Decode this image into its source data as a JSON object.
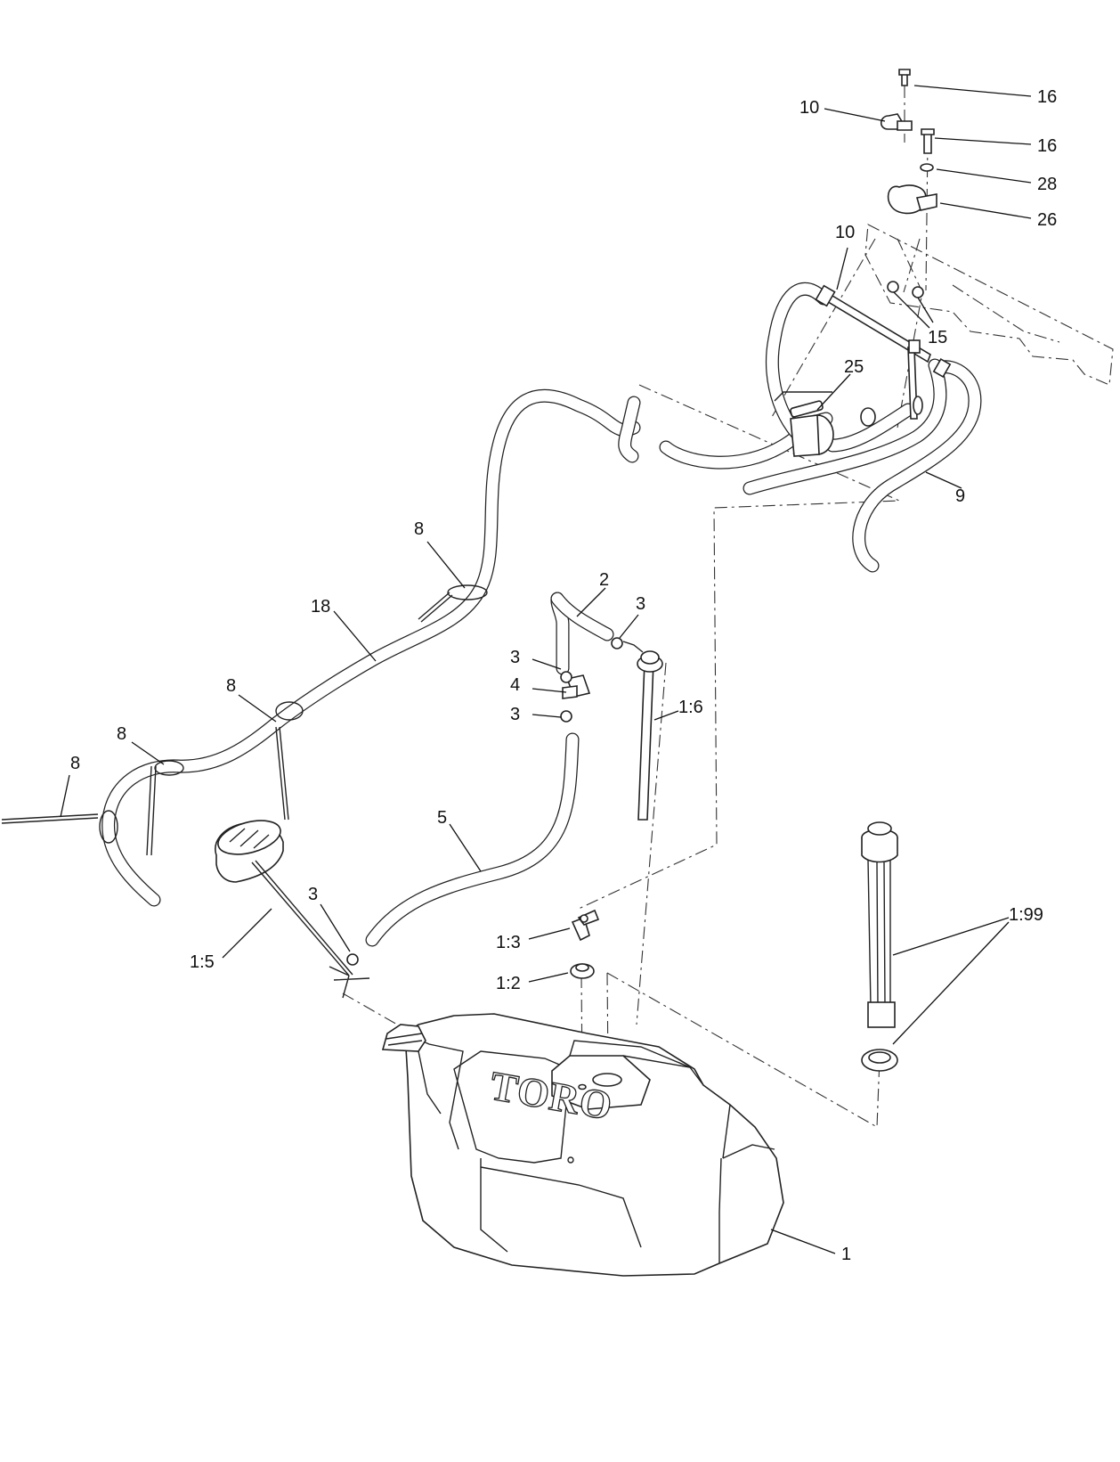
{
  "brand_logo": "TORO",
  "callouts": {
    "c16a": "16",
    "c10a": "10",
    "c16b": "16",
    "c28": "28",
    "c26": "26",
    "c10b": "10",
    "c15": "15",
    "c25": "25",
    "c9": "9",
    "c8a": "8",
    "c18": "18",
    "c2": "2",
    "c3a": "3",
    "c3b": "3",
    "c4": "4",
    "c3c": "3",
    "c8b": "8",
    "c8c": "8",
    "c16": "1:6",
    "c8d": "8",
    "c5": "5",
    "c3d": "3",
    "c199": "1:99",
    "c13": "1:3",
    "c15b": "1:5",
    "c12": "1:2",
    "c1": "1"
  }
}
